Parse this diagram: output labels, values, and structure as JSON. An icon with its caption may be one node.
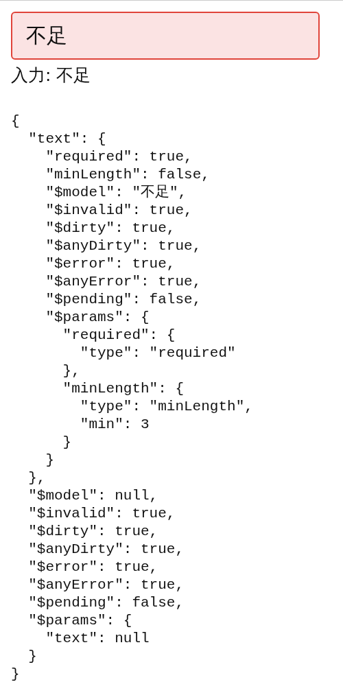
{
  "diagram": {
    "nodes": [
      {
        "text": [
          "不足"
        ]
      }
    ],
    "edges": [],
    "labels": [
      "入力: 不足",
      "{",
      "\"text\": {",
      "\"required\": true,",
      "\"minLength\": false,",
      "\"$model\": \"不足\",",
      "\"$invalid\": true,",
      "\"$dirty\": true,",
      "\"$anyDirty\": true,",
      "\"$error\": true,",
      "\"$anyError\": true,",
      "\"$pending\": false,",
      "\"$params\": {",
      "\"required\": {",
      "\"type\": \"required\"",
      "},",
      "\"minLength\": {",
      "\"type\": \"minLength\",",
      "\"min\": 3",
      "}",
      "}",
      "},",
      "\"$model\": null,",
      "\"$invalid\": true,",
      "\"$dirty\": true,",
      "\"$anyDirty\": true,",
      "\"$error\": true,",
      "\"$anyError\": true,",
      "\"$pending\": false,",
      "\"$params\": {",
      "\"text\": null",
      "}",
      "}"
    ]
  }
}
